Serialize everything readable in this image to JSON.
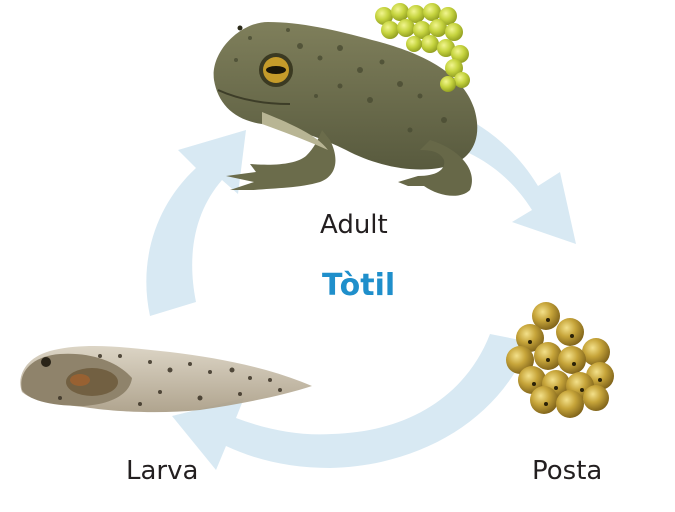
{
  "title": "Tòtil",
  "stages": {
    "adult": "Adult",
    "larva": "Larva",
    "posta": "Posta"
  },
  "colors": {
    "cycle_arrows": "#d8e9f3",
    "title": "#1f8fcb",
    "label_text": "#231f20",
    "toad_skin": "#6d6e4d",
    "egg_gold": "#b99a2d",
    "egg_green": "#c9d648",
    "tadpole_body": "#a49a86"
  },
  "icons": [
    "toad-illustration",
    "egg-clutch-illustration",
    "tadpole-illustration",
    "cycle-arrows"
  ]
}
